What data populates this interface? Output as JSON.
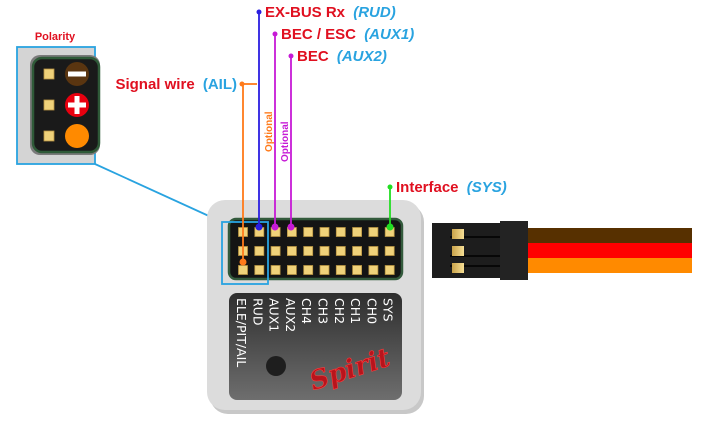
{
  "title": "Spirit connection diagram",
  "polarity": {
    "label": "Polarity",
    "pins": [
      {
        "symbol": "minus",
        "color": "#5a3510"
      },
      {
        "symbol": "plus",
        "color": "#e8000f"
      },
      {
        "symbol": "signal",
        "color": "#ff8a00"
      }
    ]
  },
  "callouts": [
    {
      "id": "exbus",
      "main": "EX-BUS Rx",
      "channel": "(RUD)",
      "line_color": "#2a1ee0"
    },
    {
      "id": "bec_esc",
      "main": "BEC / ESC",
      "channel": "(AUX1)",
      "line_color": "#ff7a1a"
    },
    {
      "id": "bec",
      "main": "BEC",
      "channel": "(AUX2)",
      "line_color": "#c61ad6"
    },
    {
      "id": "signal",
      "main": "Signal wire",
      "channel": "(AIL)",
      "line_color": "#ff7a1a"
    },
    {
      "id": "interface",
      "main": "Interface",
      "channel": "(SYS)",
      "line_color": "#22dd22"
    }
  ],
  "optional_labels": [
    {
      "text": "Optional",
      "color": "#ff7a1a"
    },
    {
      "text": "Optional",
      "color": "#c61ad6"
    }
  ],
  "device": {
    "logo": "Spirit",
    "port_labels": [
      "ELE/PIT/AIL",
      "RUD",
      "AUX1",
      "AUX2",
      "CH4",
      "CH3",
      "CH2",
      "CH1",
      "CH0",
      "SYS"
    ],
    "columns": 10,
    "rows": 3
  },
  "cable": {
    "wire_colors": [
      "#573000",
      "#ff0000",
      "#ff8a00"
    ]
  },
  "colors": {
    "label_red": "#e01020",
    "channel_blue": "#29a3e0",
    "highlight": "#29a3e0",
    "pin_gold": "#f0d27a"
  }
}
